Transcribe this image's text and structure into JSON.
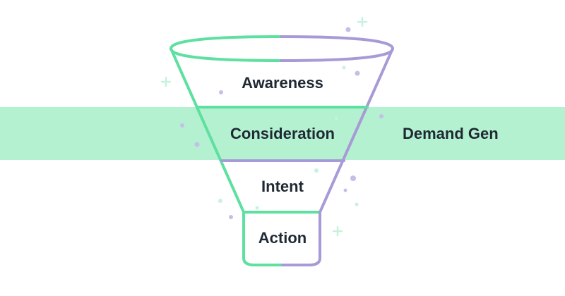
{
  "stages": [
    {
      "label": "Awareness"
    },
    {
      "label": "Consideration"
    },
    {
      "label": "Intent"
    },
    {
      "label": "Action"
    }
  ],
  "highlight": {
    "label": "Demand Gen",
    "stage_index": 1
  },
  "colors": {
    "band": "#b4f1d0",
    "green": "#5ee0a0",
    "purple": "#a89ad6",
    "dot_purple": "#c5bfe8",
    "dot_green": "#c9f2dc",
    "text": "#1f2933"
  }
}
